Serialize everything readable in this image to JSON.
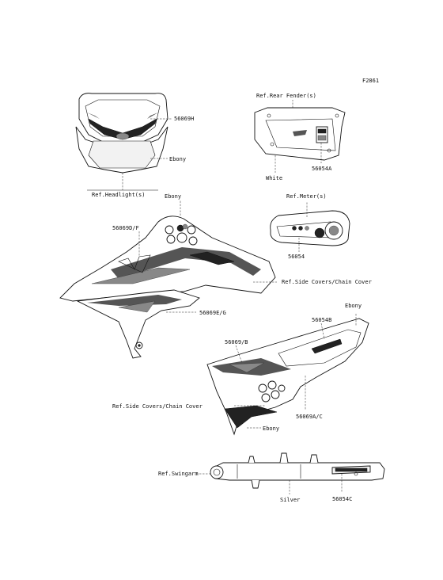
{
  "figure_id": "F2861",
  "labels": {
    "p56069H": "56069H",
    "ebony_headlight": "Ebony",
    "ref_headlight": "Ref.Headlight(s)",
    "ref_rear_fender": "Ref.Rear Fender(s)",
    "white": "White",
    "p56054A": "56054A",
    "ebony_shroud": "Ebony",
    "p56069DF": "56069D/F",
    "ref_meter": "Ref.Meter(s)",
    "p56054": "56054",
    "ref_side_covers_1": "Ref.Side Covers/Chain Cover",
    "p56069EG": "56069E/G",
    "ebony_sidecover": "Ebony",
    "p56054B": "56054B",
    "p56069B": "56069/B",
    "ref_side_covers_2": "Ref.Side Covers/Chain Cover",
    "p56069AC": "56069A/C",
    "ebony_chain": "Ebony",
    "ref_swingarm": "Ref.Swingarm",
    "silver": "Silver",
    "p56054C": "56054C"
  },
  "footer_line1": "",
  "footer_line2": ""
}
